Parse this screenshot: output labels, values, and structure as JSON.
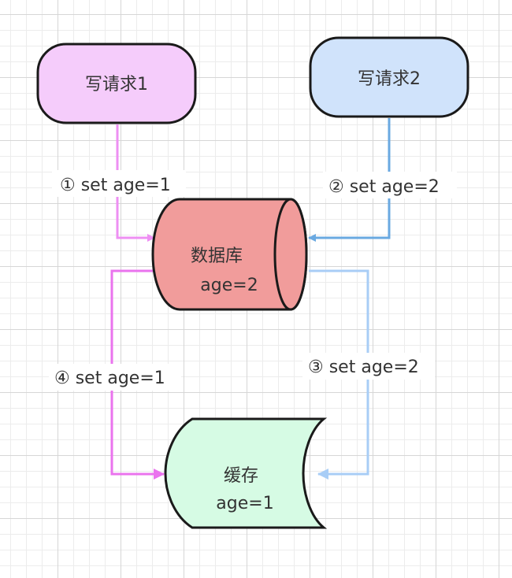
{
  "nodes": {
    "write_request_1": {
      "label": "写请求1",
      "fill": "#f5ccfb"
    },
    "write_request_2": {
      "label": "写请求2",
      "fill": "#d0e3fb"
    },
    "database": {
      "label": "数据库",
      "value": "age=2",
      "fill": "#f19c9b"
    },
    "cache": {
      "label": "缓存",
      "value": "age=1",
      "fill": "#d6fbe4"
    }
  },
  "edges": {
    "step1": {
      "label": "① set age=1",
      "color": "#ee8ff3"
    },
    "step2": {
      "label": "② set age=2",
      "color": "#6aa9e1"
    },
    "step3": {
      "label": "③ set age=2",
      "color": "#a8cdf6"
    },
    "step4": {
      "label": "④ set age=1",
      "color": "#ea73ee"
    }
  }
}
